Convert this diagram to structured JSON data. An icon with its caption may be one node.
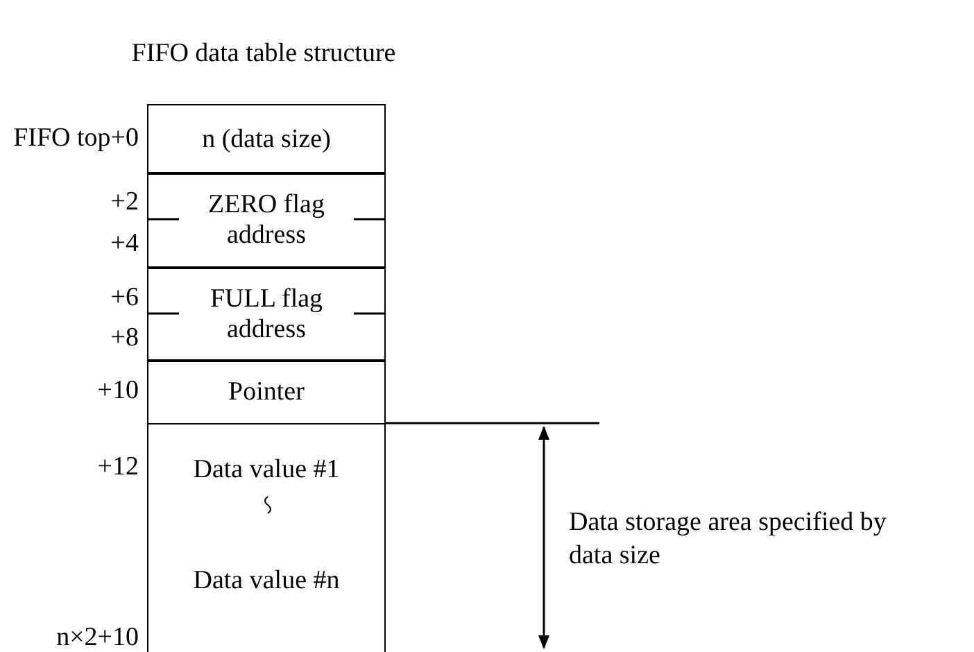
{
  "diagram": {
    "title": "FIFO data table structure",
    "nodes": [
      {
        "text": [
          "n (data size)"
        ]
      },
      {
        "text": [
          "ZERO flag address"
        ]
      },
      {
        "text": [
          "FULL flag address"
        ]
      },
      {
        "text": [
          "Pointer"
        ]
      },
      {
        "text": [
          "Data value #1",
          "Data value #n"
        ]
      }
    ],
    "labels": [
      "FIFO top+0",
      "+2",
      "+4",
      "+6",
      "+8",
      "+10",
      "+12",
      "n×2+10",
      "Data storage area specified by data size"
    ]
  }
}
